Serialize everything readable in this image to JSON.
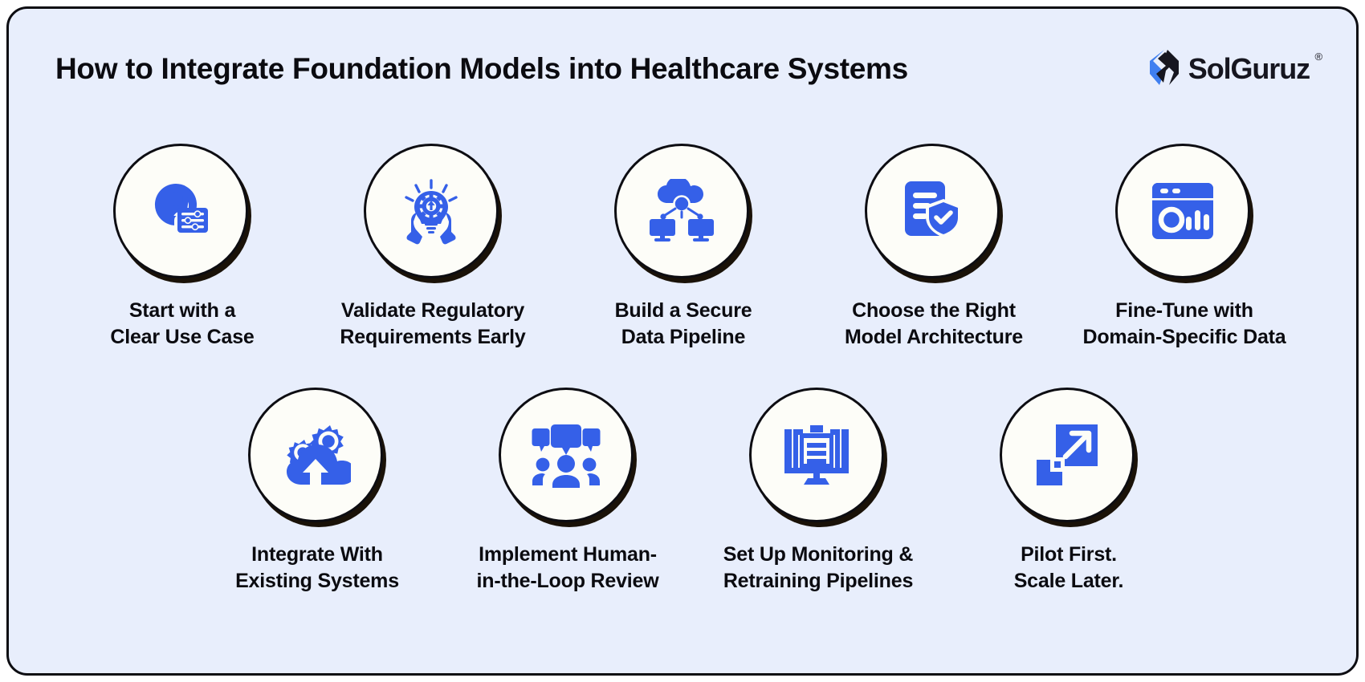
{
  "header": {
    "title": "How to Integrate Foundation Models into Healthcare Systems",
    "logo_text": "SolGuruz",
    "logo_reg": "®",
    "logo_icon": "solguruz-chevron-logo-icon"
  },
  "theme": {
    "background": "#e8eefc",
    "border": "#0d0d12",
    "accent_blue": "#3560e8",
    "circle_fill": "#fdfdf8",
    "text": "#0b0b10"
  },
  "steps": [
    {
      "index": 1,
      "label": "Start with a\nClear Use Case",
      "icon": "user-profile-settings-icon",
      "row": 1
    },
    {
      "index": 2,
      "label": "Validate Regulatory\nRequirements Early",
      "icon": "hands-holding-lightbulb-gear-icon",
      "row": 1
    },
    {
      "index": 3,
      "label": "Build a Secure\nData Pipeline",
      "icon": "cloud-network-monitors-icon",
      "row": 1
    },
    {
      "index": 4,
      "label": "Choose the Right\nModel Architecture",
      "icon": "document-shield-check-icon",
      "row": 1
    },
    {
      "index": 5,
      "label": "Fine-Tune with\nDomain-Specific Data",
      "icon": "browser-analytics-chart-icon",
      "row": 1
    },
    {
      "index": 6,
      "label": "Integrate With\nExisting Systems",
      "icon": "cloud-upload-gears-icon",
      "row": 2
    },
    {
      "index": 7,
      "label": "Implement Human-\nin-the-Loop Review",
      "icon": "people-speech-bubbles-icon",
      "row": 2
    },
    {
      "index": 8,
      "label": "Set Up Monitoring &\nRetraining Pipelines",
      "icon": "monitor-clipboard-checklist-icon",
      "row": 2
    },
    {
      "index": 9,
      "label": "Pilot First.\nScale Later.",
      "icon": "scale-up-expand-arrow-icon",
      "row": 2
    }
  ]
}
